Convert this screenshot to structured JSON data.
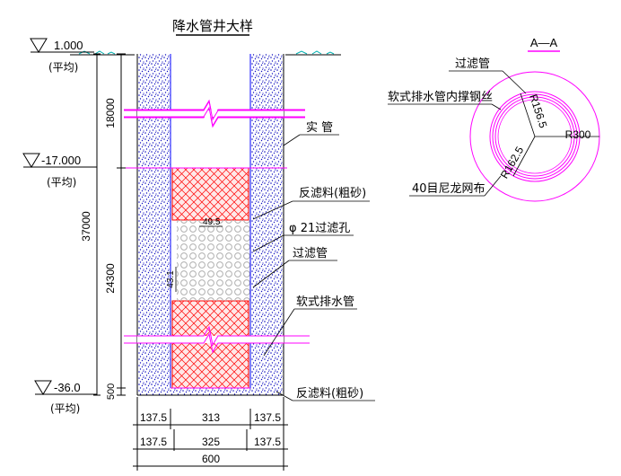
{
  "title": "降水管井大样",
  "section_label": "A—A",
  "elevations": [
    {
      "value": "1.000",
      "note": "(平均)"
    },
    {
      "value": "-17.000",
      "note": "(平均)"
    },
    {
      "value": "-36.0",
      "note": "(平均)"
    }
  ],
  "vertical_dims": {
    "top": "18000",
    "total": "37000",
    "middle": "24300",
    "bottom": "500"
  },
  "callouts": {
    "solid_pipe": "实 管",
    "filter_material_top": "反滤料(粗砂)",
    "filter_holes": "φ 21过滤孔",
    "filter_pipe": "过滤管",
    "drain_pipe": "软式排水管",
    "filter_material_bottom": "反滤料(粗砂)"
  },
  "inner_dims": {
    "top_hole": "49.5",
    "side_hole": "43.1"
  },
  "horizontal_dims": {
    "row1": [
      "137.5",
      "313",
      "137.5"
    ],
    "row2": [
      "137.5",
      "325",
      "137.5"
    ],
    "row3": "600"
  },
  "section": {
    "filter_pipe": "过滤管",
    "steel_wire": "软式排水管内撑钢丝",
    "r_inner": "R156.5",
    "r_outer": "R300",
    "r_mid": "R162.5",
    "mesh": "40目尼龙网布"
  },
  "colors": {
    "outline": "#0000ff",
    "stipple": "#0000cc",
    "hatch": "#ff0000",
    "magenta": "#ff00ff",
    "ground": "#00b0b0",
    "dim_line": "#000000"
  }
}
